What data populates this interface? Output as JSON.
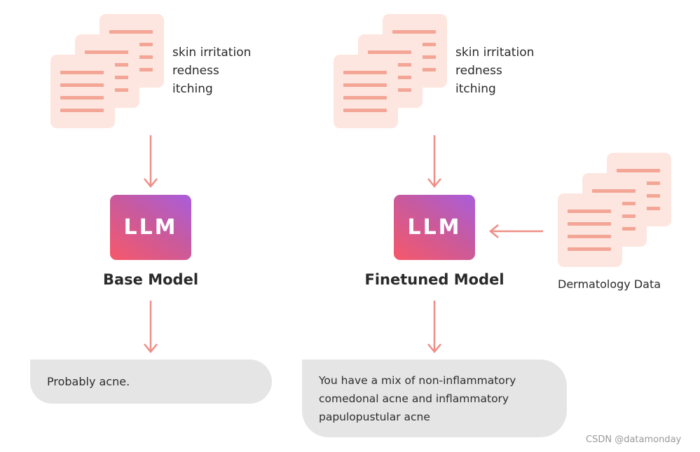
{
  "colors": {
    "doc_fill": "#fde6df",
    "doc_lines": "#f3a596",
    "arrow": "#ee8e87",
    "llm_gradient": [
      "#f6586a",
      "#c85a9e",
      "#a95ddc"
    ],
    "bubble": "#e5e5e5"
  },
  "base": {
    "symptoms": [
      "skin irritation",
      "redness",
      "itching"
    ],
    "llm_label": "LLM",
    "model_label": "Base Model",
    "response": "Probably acne."
  },
  "finetuned": {
    "symptoms": [
      "skin irritation",
      "redness",
      "itching"
    ],
    "llm_label": "LLM",
    "model_label": "Finetuned Model",
    "data_label": "Dermatology Data",
    "response_lines": [
      "You have a mix of non-inflammatory",
      "comedonal acne and inflammatory",
      "papulopustular acne"
    ]
  },
  "watermark": "CSDN @datamonday"
}
